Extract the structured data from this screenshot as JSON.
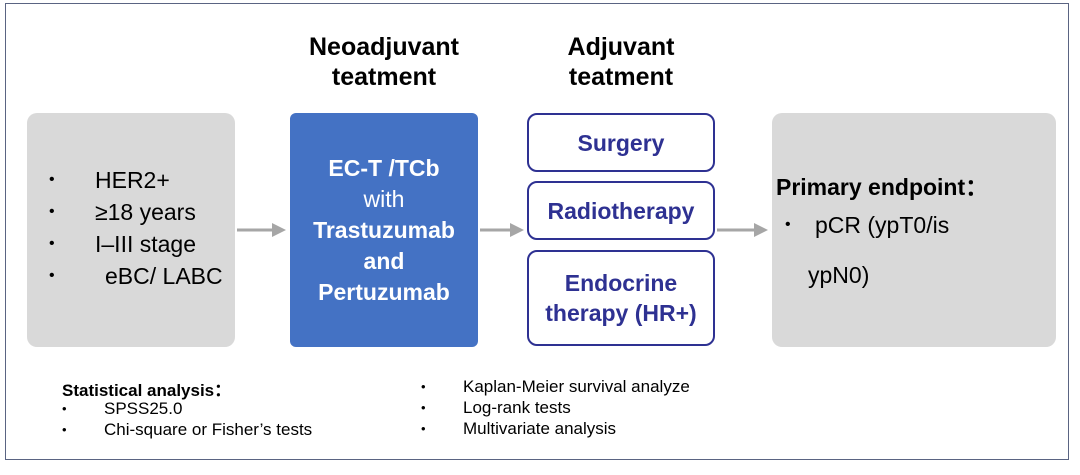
{
  "headings": {
    "neoadjuvant": [
      "Neoadjuvant",
      "teatment"
    ],
    "adjuvant": [
      "Adjuvant",
      "teatment"
    ]
  },
  "criteria": [
    "HER2+",
    "≥18 years",
    "I–III stage",
    "eBC/ LABC"
  ],
  "neoadjuvant_box": {
    "line1": "EC-T /TCb",
    "line2": "with",
    "line3": "Trastuzumab",
    "line4": "and",
    "line5": "Pertuzumab"
  },
  "adjuvant_boxes": {
    "surgery": "Surgery",
    "radiotherapy": "Radiotherapy",
    "endocrine_line1": "Endocrine",
    "endocrine_line2": "therapy (HR+)"
  },
  "endpoint": {
    "title": "Primary endpoint：",
    "line1": "pCR (ypT0/is",
    "line2": "ypN0)"
  },
  "statistics": {
    "title": "Statistical analysis：",
    "left": [
      "SPSS25.0",
      "Chi-square or Fisher’s tests"
    ],
    "right": [
      "Kaplan-Meier survival analyze",
      "Log-rank tests",
      "Multivariate analysis"
    ]
  },
  "bullet": "•",
  "colors": {
    "grey_box": "#d9d9d9",
    "treatment_box": "#4472c4",
    "adjuvant_outline": "#2e3192",
    "arrow": "#a6a6a6"
  }
}
